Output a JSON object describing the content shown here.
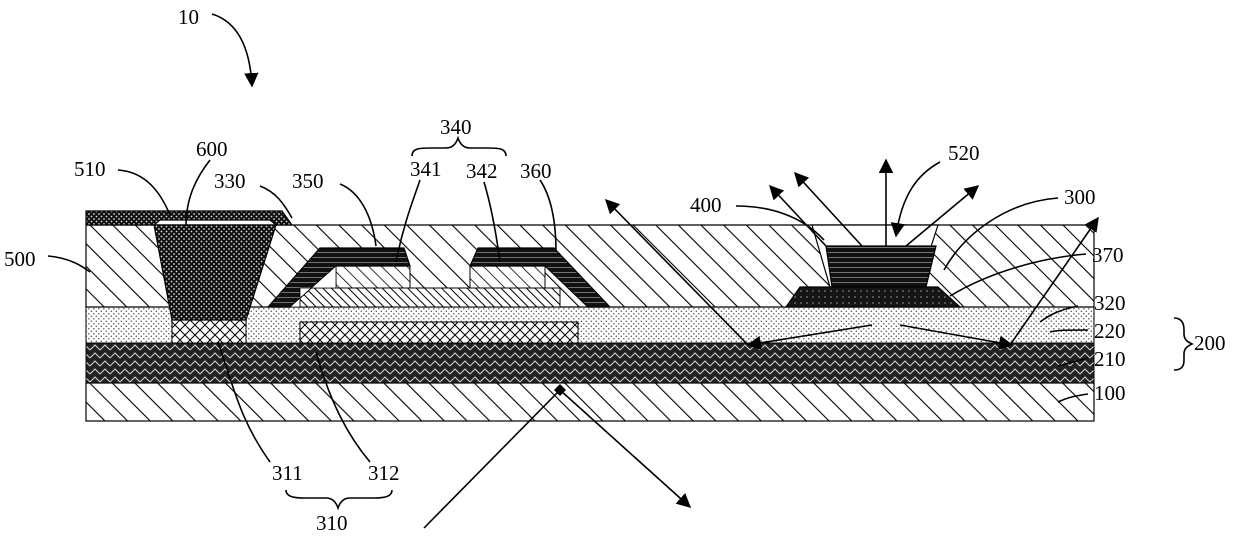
{
  "figure": {
    "reference_label": "10"
  },
  "labels": {
    "l100": "100",
    "l200": "200",
    "l210": "210",
    "l220": "220",
    "l300": "300",
    "l310": "310",
    "l311": "311",
    "l312": "312",
    "l320": "320",
    "l330": "330",
    "l340": "340",
    "l341": "341",
    "l342": "342",
    "l350": "350",
    "l360": "360",
    "l370": "370",
    "l400": "400",
    "l500": "500",
    "l510": "510",
    "l520": "520",
    "l600": "600"
  }
}
